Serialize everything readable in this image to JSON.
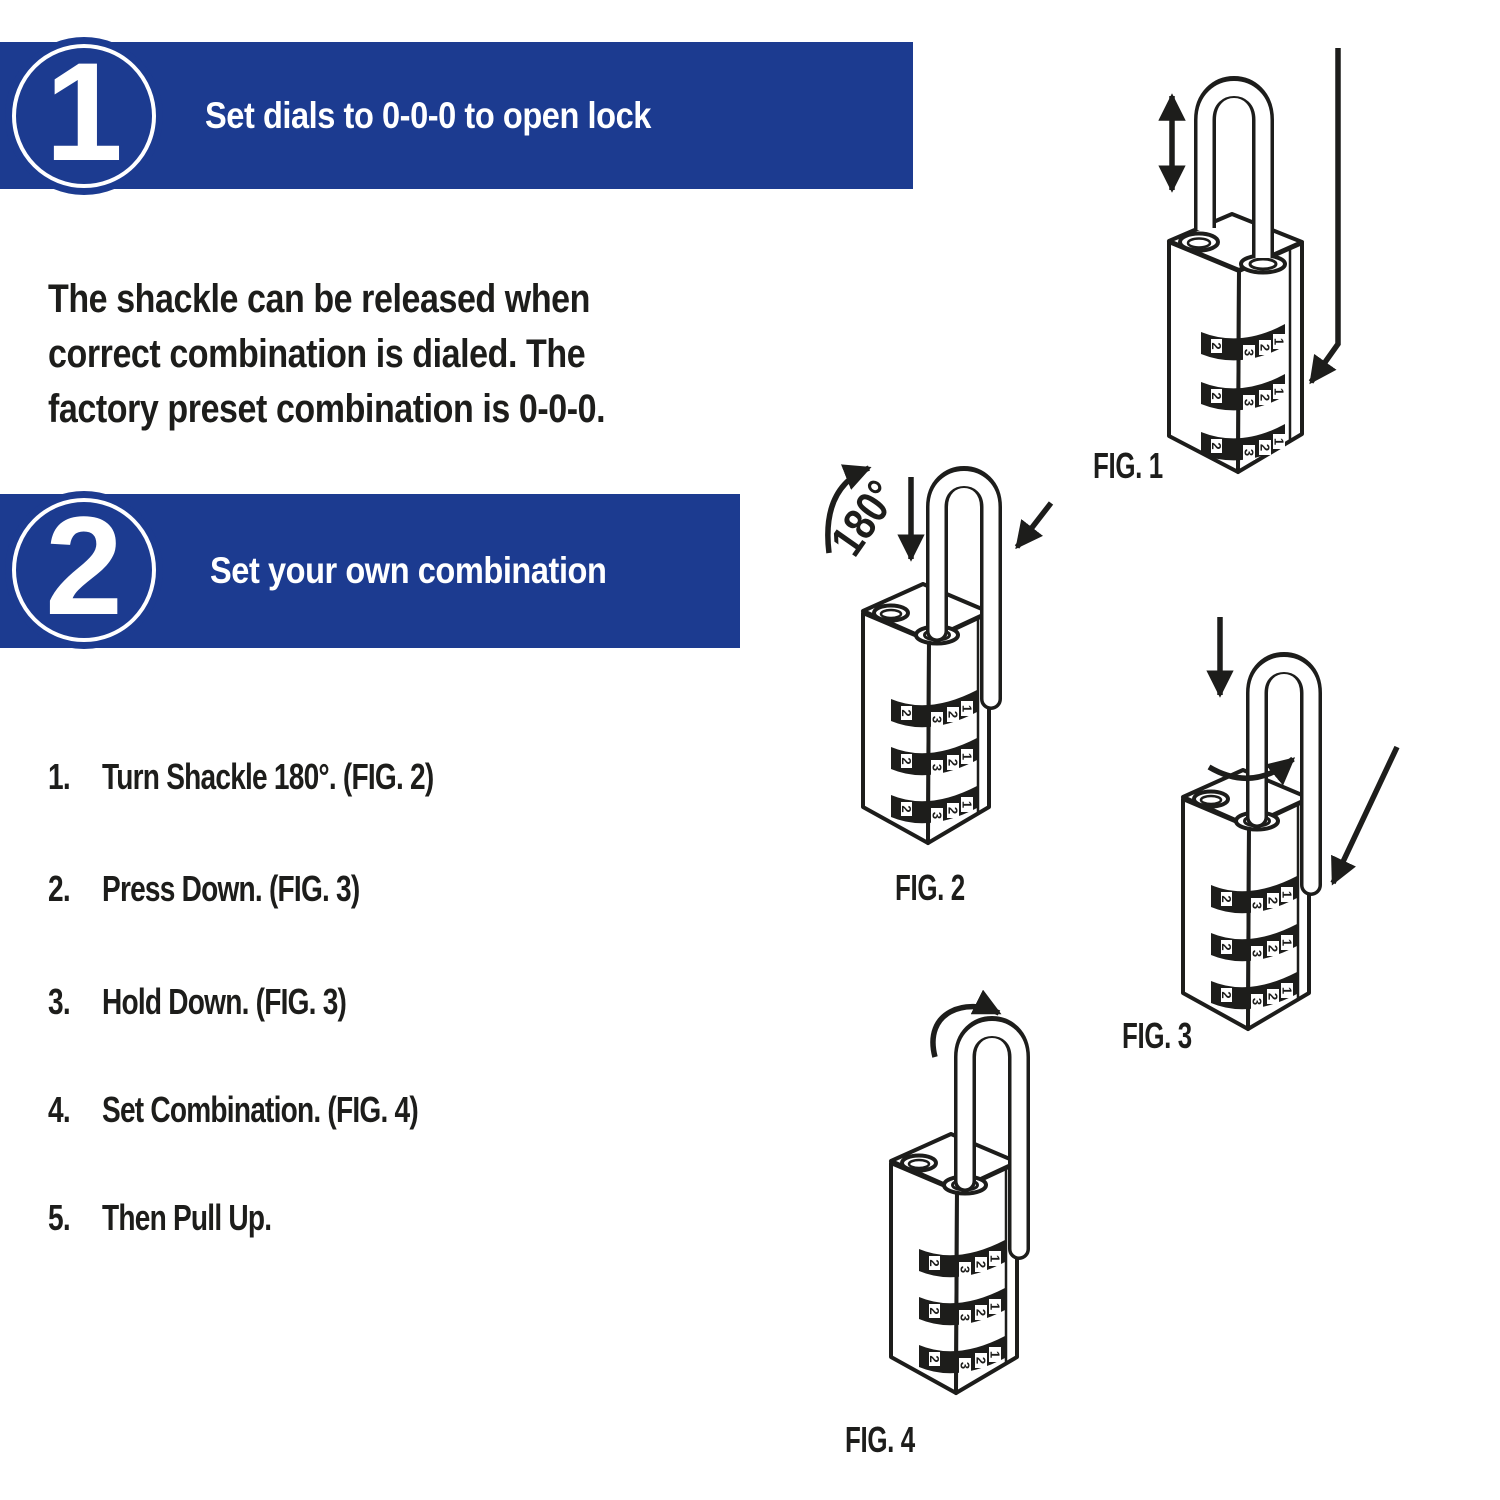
{
  "colors": {
    "banner_blue": "#1c3b90",
    "ink": "#1d1d1b"
  },
  "step1": {
    "number": "1",
    "title": "Set dials to 0-0-0 to open lock",
    "body": "The shackle can be released when\ncorrect combination is dialed. The\nfactory preset combination is 0-0-0."
  },
  "step2": {
    "number": "2",
    "title": "Set your own combination",
    "items": [
      {
        "num": "1.",
        "text": "Turn Shackle 180°. (FIG. 2)"
      },
      {
        "num": "2.",
        "text": "Press Down. (FIG. 3)"
      },
      {
        "num": "3.",
        "text": "Hold Down. (FIG. 3)"
      },
      {
        "num": "4.",
        "text": "Set Combination. (FIG. 4)"
      },
      {
        "num": "5.",
        "text": "Then Pull Up."
      }
    ]
  },
  "figures": [
    {
      "label": "FIG. 1"
    },
    {
      "label": "FIG. 2"
    },
    {
      "label": "FIG. 3"
    },
    {
      "label": "FIG. 4"
    }
  ],
  "annotations": {
    "rotation_degrees": "180°"
  },
  "dial_digits": [
    "2",
    "3",
    "2",
    "1"
  ]
}
